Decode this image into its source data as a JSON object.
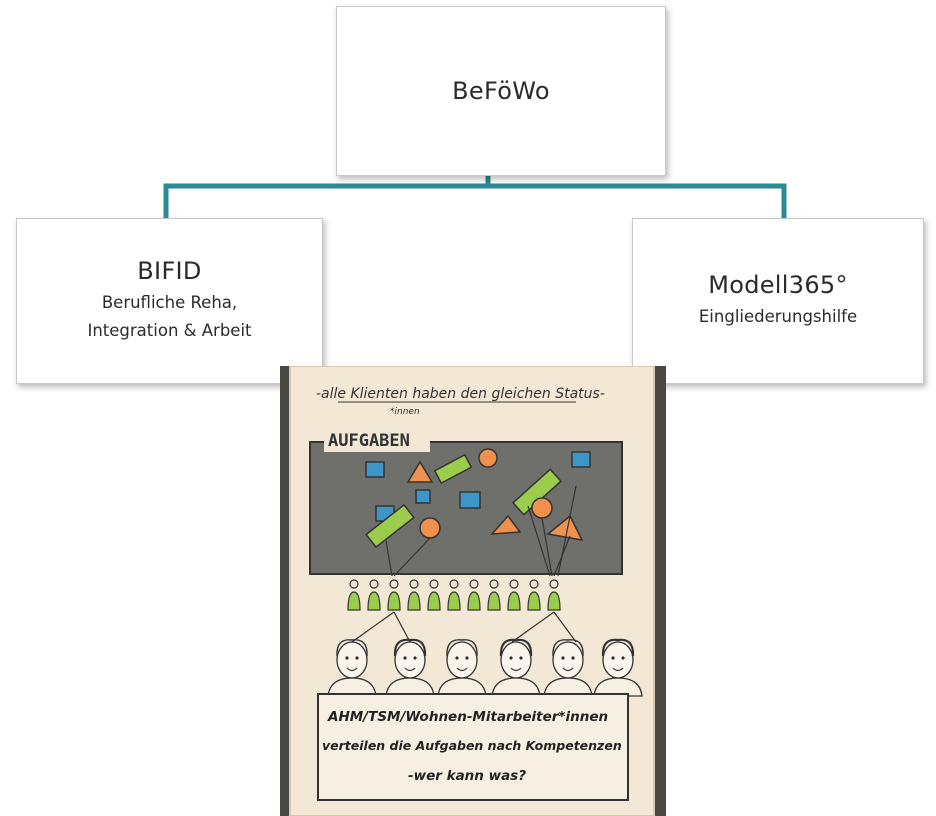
{
  "diagram": {
    "root": {
      "title": "BeFöWo"
    },
    "children": [
      {
        "title": "BIFID",
        "subtitle_lines": [
          "Berufliche Reha,",
          "Integration & Arbeit"
        ]
      },
      {
        "title": "Modell365°",
        "subtitle_lines": [
          "Eingliederungshilfe"
        ]
      }
    ],
    "connector_color": "#2a8a96"
  },
  "photo": {
    "header_line": "-alle Klienten haben den gleichen Status-",
    "header_suffix": "*innen",
    "tasks_label": "AUFGABEN",
    "caption_lines": [
      "AHM/TSM/Wohnen-Mitarbeiter*innen",
      "verteilen die Aufgaben nach Kompetenzen",
      "-wer kann was?"
    ],
    "colors": {
      "paper": "#f3e7d6",
      "board": "#6f6f6b",
      "green": "#9ccc4c",
      "blue": "#3d95c8",
      "orange": "#f0904e"
    }
  }
}
